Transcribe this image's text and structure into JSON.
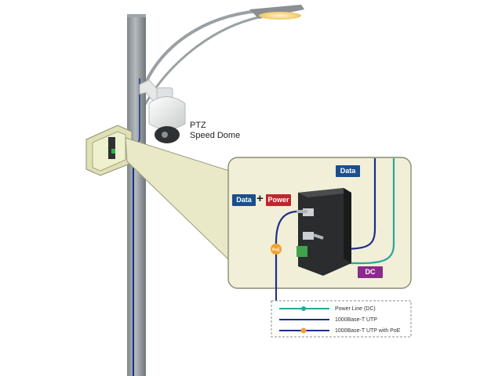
{
  "camera": {
    "label_line1": "PTZ",
    "label_line2": "Speed Dome"
  },
  "tags": {
    "data_top": "Data",
    "data": "Data",
    "plus": "+",
    "power": "Power",
    "dc": "DC"
  },
  "legend": {
    "items": [
      {
        "label": "Power Line (DC)",
        "color": "#2aa69a",
        "marker": "teal-dot"
      },
      {
        "label": "1000Base-T UTP",
        "color": "#1c2f8a",
        "marker": "none"
      },
      {
        "label": "1000Base-T UTP with PoE",
        "color": "#1c2f8a",
        "marker": "poe-dot"
      }
    ]
  },
  "poe_badge": "PoE",
  "colors": {
    "power_line": "#2aa69a",
    "utp": "#1c2f8a",
    "panel": "#f1efd8",
    "pole": "#8f969a"
  }
}
